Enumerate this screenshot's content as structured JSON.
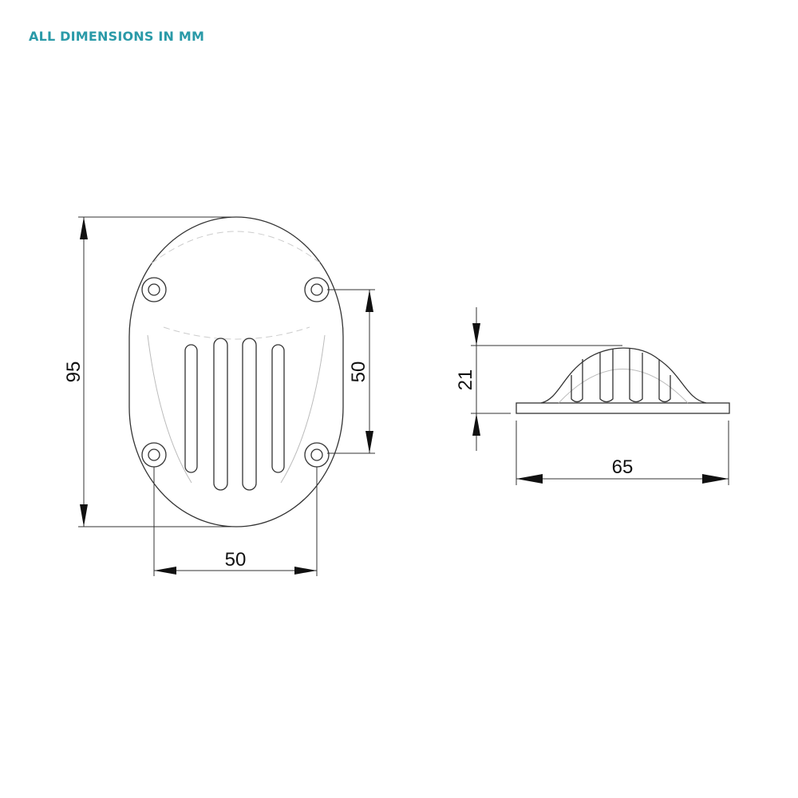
{
  "header": {
    "note": "ALL DIMENSIONS IN MM",
    "note_color": "#2a9aa8"
  },
  "front_view": {
    "height_label": "95",
    "hole_spacing_vertical_label": "50",
    "hole_spacing_horizontal_label": "50"
  },
  "side_view": {
    "height_label": "21",
    "width_label": "65"
  }
}
